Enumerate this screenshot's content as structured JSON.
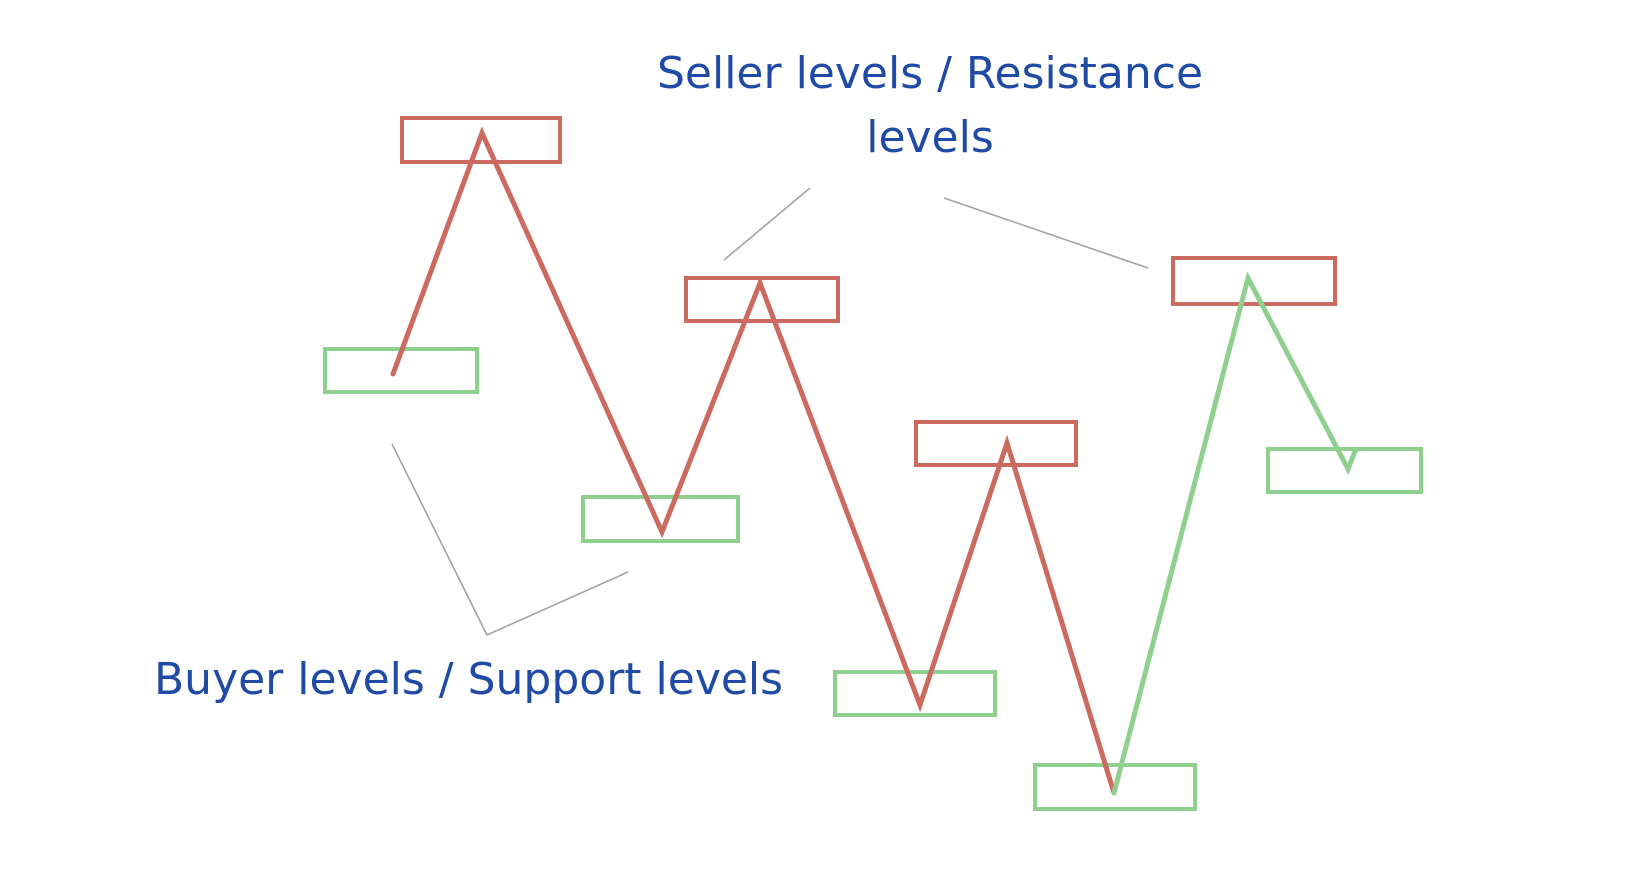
{
  "labels": {
    "resistance_line1": "Seller levels / Resistance",
    "resistance_line2": "levels",
    "support": "Buyer levels / Support levels"
  },
  "colors": {
    "resistance": "#cc6a60",
    "support": "#8fd08f",
    "connector": "#a3a3a3",
    "text": "#1f4aa5"
  }
}
